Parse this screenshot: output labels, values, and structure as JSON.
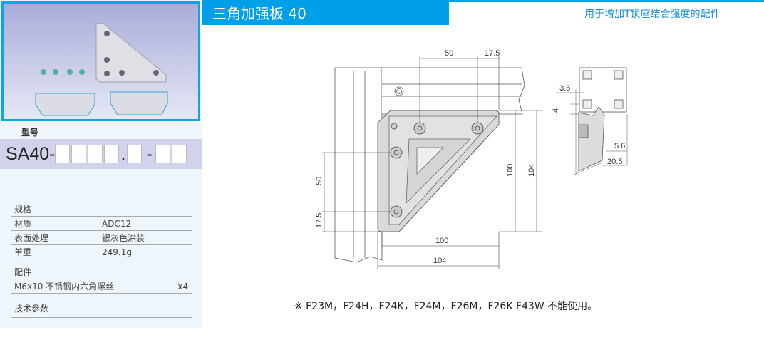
{
  "header": {
    "title": "三角加强板 40",
    "subtitle": "用于增加T锁座结合强度的配件"
  },
  "model": {
    "label": "型号",
    "prefix": "SA40-",
    "dot": ".",
    "dash": "-"
  },
  "specs": {
    "spec_heading": "规格",
    "rows": [
      {
        "key": "材质",
        "value": "ADC12"
      },
      {
        "key": "表面处理",
        "value": "银灰色涂装"
      },
      {
        "key": "单重",
        "value": "249.1g"
      }
    ],
    "parts_heading": "配件",
    "parts": [
      {
        "name": "M6x10 不锈钢内六角螺丝",
        "qty": "x4"
      }
    ],
    "tech_heading": "技术参数"
  },
  "drawing": {
    "dims": {
      "top_50": "50",
      "top_17_5": "17.5",
      "right_100": "100",
      "right_104": "104",
      "bottom_100": "100",
      "bottom_104": "104",
      "left_50": "50",
      "left_17_5": "17.5"
    },
    "section_dims": {
      "d3_6": "3.6",
      "d4": "4",
      "d5_6": "5.6",
      "d20_5": "20.5"
    }
  },
  "note": "※ F23M，F24H，F24K，F24M，F26M，F26K F43W 不能使用。"
}
